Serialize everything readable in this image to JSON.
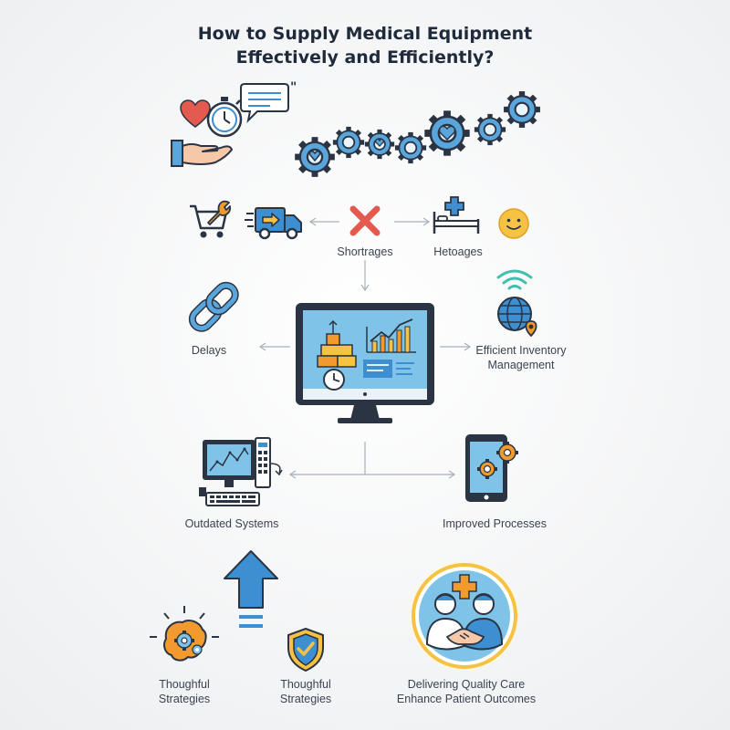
{
  "title": {
    "line1": "How to Supply Medical Equipment",
    "line2": "Effectively and Efficiently?"
  },
  "labels": {
    "shortrages": "Shortrages",
    "hetoages": "Hetoages",
    "delays": "Delays",
    "efficient_line1": "Efficient Inventory",
    "efficient_line2": "Management",
    "outdated": "Outdated Systems",
    "improved": "Improved Processes",
    "thoughful1_line1": "Thoughful",
    "thoughful1_line2": "Strategies",
    "thoughful2_line1": "Thoughful",
    "thoughful2_line2": "Strategies",
    "care_line1": "Delivering Quality Care",
    "care_line2": "Enhance Patient Outcomes"
  },
  "colors": {
    "dark": "#2a3442",
    "blue": "#3d8fd1",
    "light_blue": "#7fc4e8",
    "orange": "#f29a2e",
    "red": "#e45a4f",
    "yellow": "#f6c244"
  },
  "icons": [
    "heart-icon",
    "stopwatch-icon",
    "speech-bubble-icon",
    "hand-icon",
    "gear-chain-icon",
    "cart-icon",
    "wrench-icon",
    "truck-icon",
    "cross-x-icon",
    "hospital-bed-icon",
    "smiley-icon",
    "chain-link-icon",
    "monitor-icon",
    "globe-icon",
    "wifi-icon",
    "workstation-icon",
    "tablet-icon",
    "arrow-up-icon",
    "brain-gear-icon",
    "shield-check-icon",
    "doctors-handshake-icon"
  ]
}
